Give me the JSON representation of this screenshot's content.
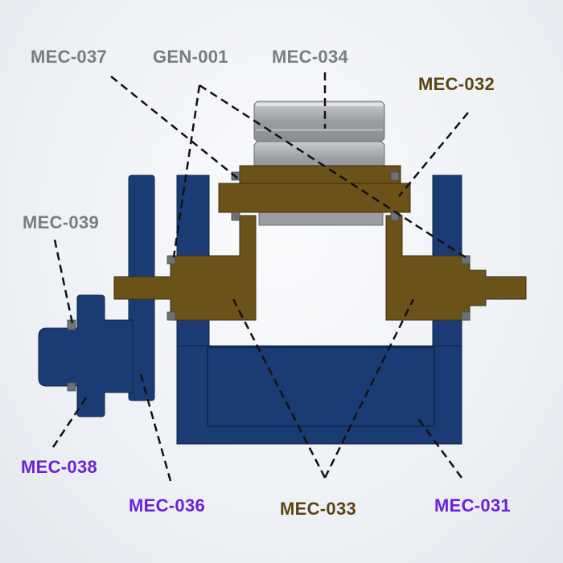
{
  "colors": {
    "blue_part": "#1a3b73",
    "olive_part": "#6b5219",
    "gray_part": "#9a9da1",
    "fastener": "#6e7276",
    "label_gray": "#7a7d80",
    "label_olive": "#5a4512",
    "label_purple": "#6a22d6"
  },
  "labels": {
    "mec037": "MEC-037",
    "gen001": "GEN-001",
    "mec034": "MEC-034",
    "mec032": "MEC-032",
    "mec039": "MEC-039",
    "mec038": "MEC-038",
    "mec036": "MEC-036",
    "mec033": "MEC-033",
    "mec031": "MEC-031"
  }
}
